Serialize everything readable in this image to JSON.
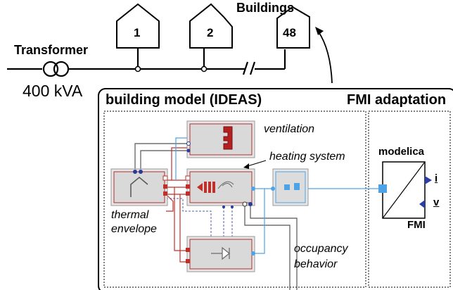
{
  "grid": {
    "transformer_label": "Transformer",
    "transformer_rating": "400 kVA",
    "buildings_label": "Buildings",
    "building_numbers": [
      "1",
      "2",
      "48"
    ]
  },
  "model": {
    "title": "building model (IDEAS)",
    "fmi_title": "FMI adaptation",
    "labels": {
      "ventilation": "ventilation",
      "heating_system": "heating system",
      "thermal_envelope_1": "thermal",
      "thermal_envelope_2": "envelope",
      "occupancy_1": "occupancy",
      "occupancy_2": "behavior"
    },
    "fmu": {
      "top_label": "modelica",
      "bottom_label": "FMI",
      "output_i": "i",
      "output_v": "v"
    }
  },
  "colors": {
    "line": "#000000",
    "thermal_wire": "#c0302a",
    "fluid_wire": "#4da3e6",
    "signal_wire": "#2a3a9a",
    "block_fill": "#d9d9d9",
    "block_border": "#b03030",
    "fmi_blue": "#2b3ea8"
  }
}
